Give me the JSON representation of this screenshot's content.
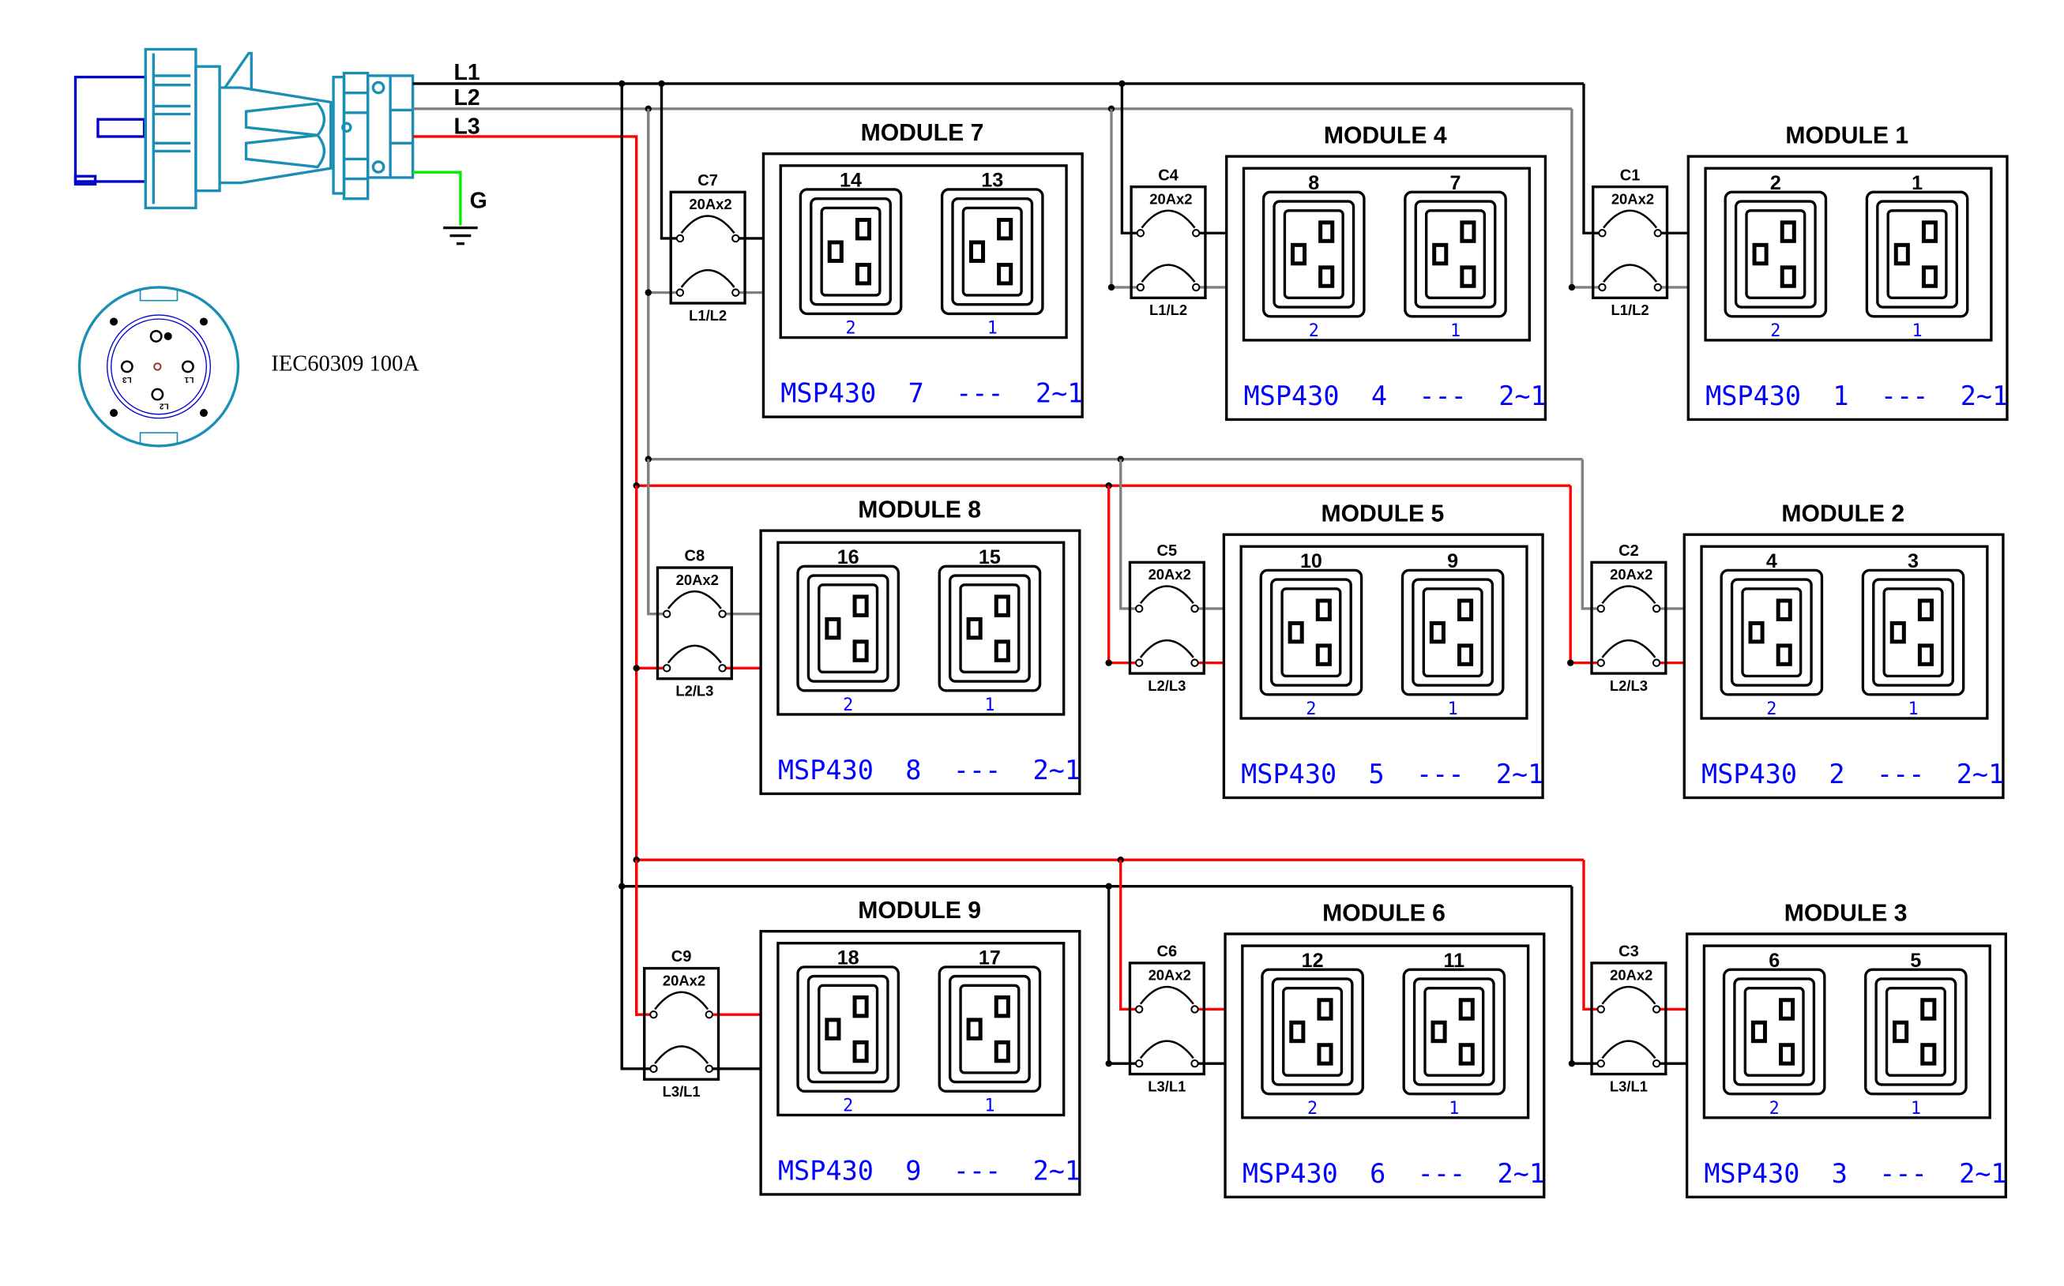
{
  "connector": {
    "wire_labels": {
      "l1": "L1",
      "l2": "L2",
      "l3": "L3",
      "ground": "G"
    },
    "face_pin_labels": {
      "l1": "L1",
      "l2": "L2",
      "l3": "L3"
    },
    "type_label": "IEC60309  100A",
    "colors": {
      "plug": "#1a8fb5",
      "plug_insert": "#0000cc"
    }
  },
  "wire_colors": {
    "L1": "#000000",
    "L2": "#808080",
    "L3": "#ff0000",
    "G": "#00ee00"
  },
  "modules": [
    {
      "title": "MODULE 7",
      "outlets": [
        "14",
        "13"
      ],
      "ports": [
        "2",
        "1"
      ],
      "label": "MSP430  7  ---  2~1",
      "breaker": {
        "name": "C7",
        "rating": "20Ax2",
        "phases": "L1/L2"
      }
    },
    {
      "title": "MODULE 4",
      "outlets": [
        "8",
        "7"
      ],
      "ports": [
        "2",
        "1"
      ],
      "label": "MSP430  4  ---  2~1",
      "breaker": {
        "name": "C4",
        "rating": "20Ax2",
        "phases": "L1/L2"
      }
    },
    {
      "title": "MODULE 1",
      "outlets": [
        "2",
        "1"
      ],
      "ports": [
        "2",
        "1"
      ],
      "label": "MSP430  1  ---  2~1",
      "breaker": {
        "name": "C1",
        "rating": "20Ax2",
        "phases": "L1/L2"
      }
    },
    {
      "title": "MODULE 8",
      "outlets": [
        "16",
        "15"
      ],
      "ports": [
        "2",
        "1"
      ],
      "label": "MSP430  8  ---  2~1",
      "breaker": {
        "name": "C8",
        "rating": "20Ax2",
        "phases": "L2/L3"
      }
    },
    {
      "title": "MODULE 5",
      "outlets": [
        "10",
        "9"
      ],
      "ports": [
        "2",
        "1"
      ],
      "label": "MSP430  5  ---  2~1",
      "breaker": {
        "name": "C5",
        "rating": "20Ax2",
        "phases": "L2/L3"
      }
    },
    {
      "title": "MODULE 2",
      "outlets": [
        "4",
        "3"
      ],
      "ports": [
        "2",
        "1"
      ],
      "label": "MSP430  2  ---  2~1",
      "breaker": {
        "name": "C2",
        "rating": "20Ax2",
        "phases": "L2/L3"
      }
    },
    {
      "title": "MODULE 9",
      "outlets": [
        "18",
        "17"
      ],
      "ports": [
        "2",
        "1"
      ],
      "label": "MSP430  9  ---  2~1",
      "breaker": {
        "name": "C9",
        "rating": "20Ax2",
        "phases": "L3/L1"
      }
    },
    {
      "title": "MODULE 6",
      "outlets": [
        "12",
        "11"
      ],
      "ports": [
        "2",
        "1"
      ],
      "label": "MSP430  6  ---  2~1",
      "breaker": {
        "name": "C6",
        "rating": "20Ax2",
        "phases": "L3/L1"
      }
    },
    {
      "title": "MODULE 3",
      "outlets": [
        "6",
        "5"
      ],
      "ports": [
        "2",
        "1"
      ],
      "label": "MSP430  3  ---  2~1",
      "breaker": {
        "name": "C3",
        "rating": "20Ax2",
        "phases": "L3/L1"
      }
    }
  ]
}
